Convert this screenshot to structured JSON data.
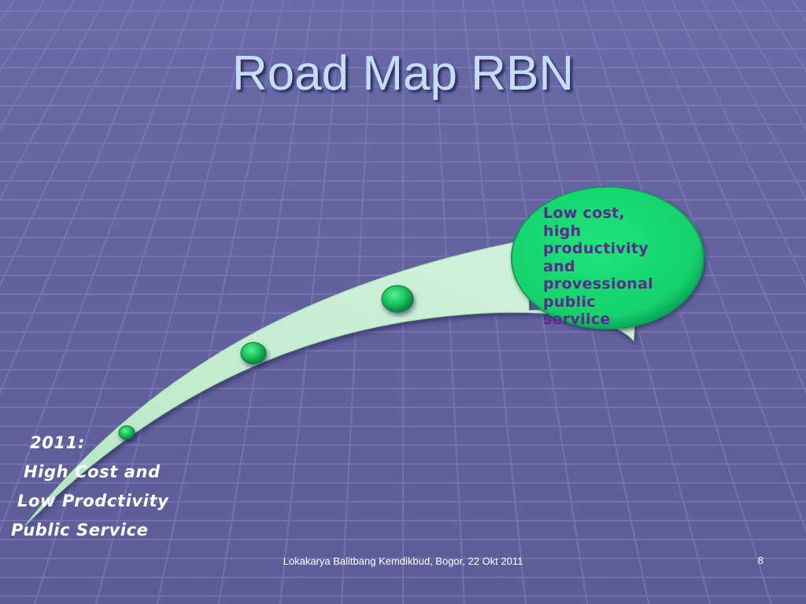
{
  "slide": {
    "title": "Road Map RBN",
    "footer": "Lokakarya Balitbang Kemdikbud, Bogor, 22 Okt 2011",
    "page_number": "8"
  },
  "diagram": {
    "start_label": [
      "2011:",
      "High Cost and",
      "Low Prodctivity",
      "Public Service"
    ],
    "goal_label": [
      "Low cost,",
      "high",
      "productivity",
      "and",
      "provessional",
      "public",
      "serviice"
    ],
    "milestone_count": 3,
    "colors": {
      "background": "#6a6aa8",
      "grid_line": "#8383bf",
      "arrow_fill": "#c2ecd0",
      "node_fill": "#19c45c",
      "goal_circle": "#14d670",
      "goal_text": "#5a2a8c",
      "title": "#c6ddf8"
    }
  }
}
